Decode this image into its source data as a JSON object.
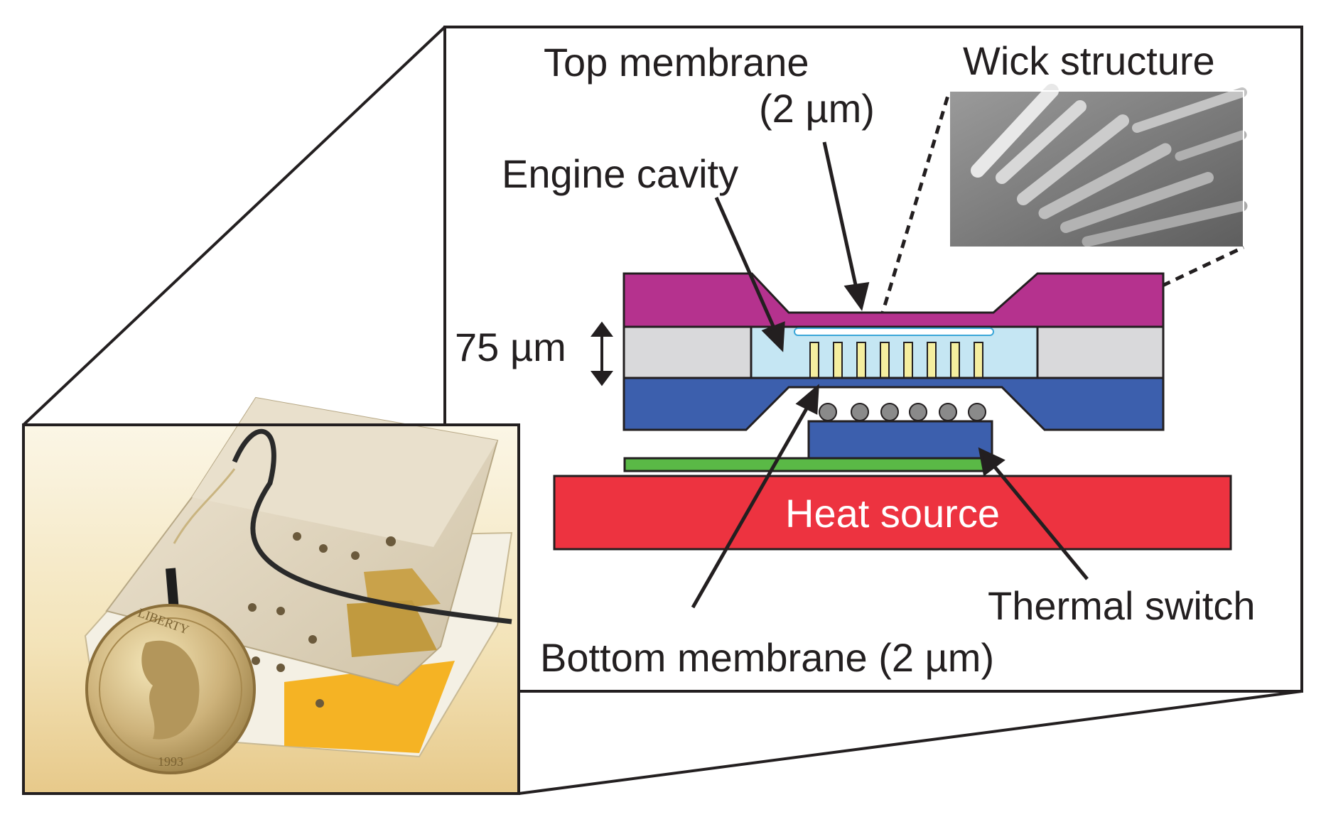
{
  "labels": {
    "top_membrane": "Top membrane",
    "top_membrane_thickness": "(2 µm)",
    "wick_structure": "Wick structure",
    "engine_cavity": "Engine cavity",
    "cavity_height": "75 µm",
    "heat_source": "Heat source",
    "thermal_switch": "Thermal switch",
    "bottom_membrane": "Bottom membrane (2 µm)"
  },
  "photo": {
    "coin_text_top": "LIBERTY",
    "coin_text_bottom": "1993"
  },
  "colors": {
    "top_layer": "#b5328e",
    "spacer": "#d9d9db",
    "cavity_fluid": "#c5e6f3",
    "bottom_layer": "#3c5fad",
    "wick_post": "#f5ee9f",
    "ball": "#8a8a8a",
    "thermal_switch": "#3c5fad",
    "green_film": "#5ab946",
    "heat_source": "#ed3340",
    "outline": "#231f20"
  }
}
